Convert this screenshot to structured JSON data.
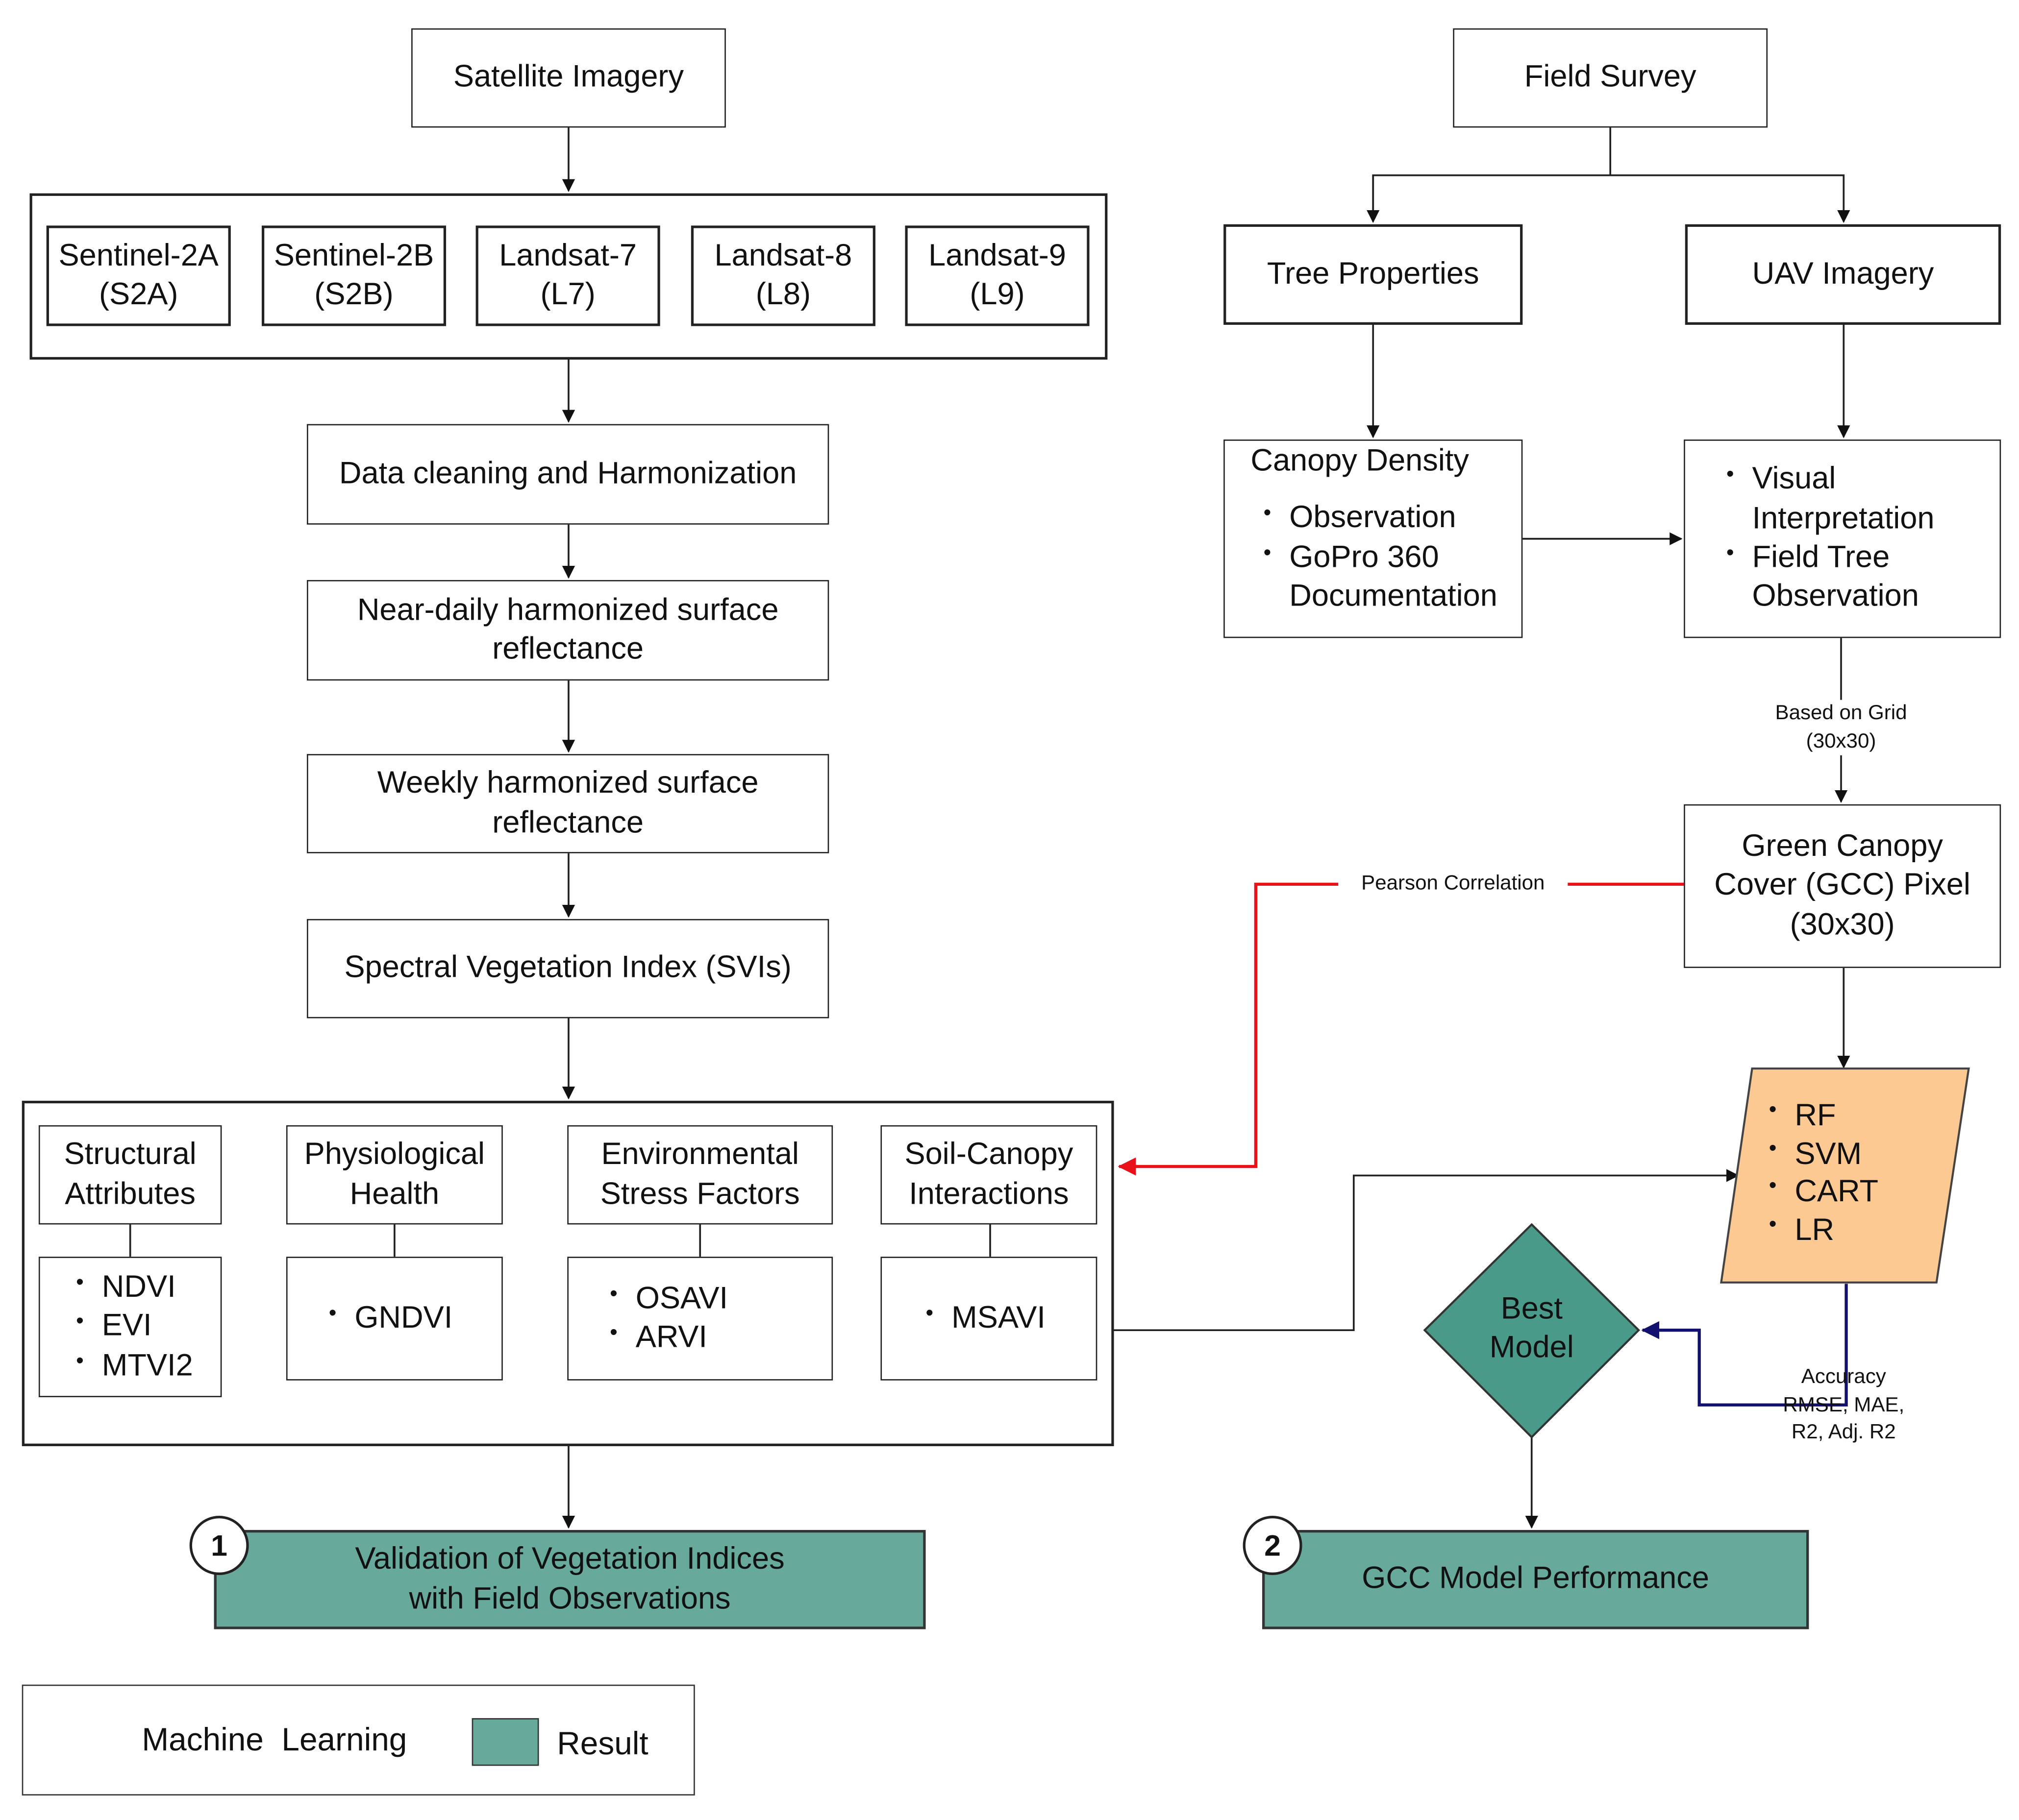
{
  "satellite": {
    "title": "Satellite Imagery",
    "sensors": [
      {
        "name": "Sentinel-2A",
        "code": "(S2A)"
      },
      {
        "name": "Sentinel-2B",
        "code": "(S2B)"
      },
      {
        "name": "Landsat-7",
        "code": "(L7)"
      },
      {
        "name": "Landsat-8",
        "code": "(L8)"
      },
      {
        "name": "Landsat-9",
        "code": "(L9)"
      }
    ],
    "cleaning": "Data cleaning and Harmonization",
    "near_daily": "Near-daily harmonized surface reflectance",
    "weekly": "Weekly harmonized surface reflectance",
    "svi": "Spectral Vegetation Index (SVIs)"
  },
  "categories": [
    {
      "title": "Structural Attributes",
      "indices": [
        "NDVI",
        "EVI",
        "MTVI2"
      ]
    },
    {
      "title": "Physiological Health",
      "indices": [
        "GNDVI"
      ]
    },
    {
      "title": "Environmental Stress Factors",
      "indices": [
        "OSAVI",
        "ARVI"
      ]
    },
    {
      "title": "Soil-Canopy Interactions",
      "indices": [
        "MSAVI"
      ]
    }
  ],
  "field": {
    "title": "Field Survey",
    "tree_properties": "Tree Properties",
    "uav": "UAV Imagery",
    "canopy_density": {
      "title": "Canopy Density",
      "items": [
        "Observation",
        "GoPro 360 Documentation"
      ]
    },
    "uav_items": [
      "Visual Interpretation",
      "Field Tree Observation"
    ],
    "grid_label": [
      "Based on Grid",
      "(30x30)"
    ],
    "gcc": "Green Canopy Cover (GCC) Pixel (30x30)"
  },
  "ml": {
    "items": [
      "RF",
      "SVM",
      "CART",
      "LR"
    ]
  },
  "best_model": "Best Model",
  "pearson": "Pearson Correlation",
  "accuracy": [
    "Accuracy",
    "RMSE, MAE,",
    "R2, Adj. R2"
  ],
  "results": [
    {
      "num": "1",
      "text": "Validation of Vegetation Indices with Field Observations"
    },
    {
      "num": "2",
      "text": "GCC Model Performance"
    }
  ],
  "legend": {
    "ml": "Machine  Learning",
    "result": "Result"
  },
  "colors": {
    "ml_fill": "#fcc992",
    "result_fill": "#67aa9b",
    "diamond_fill": "#4a9a8a",
    "pearson": "#e8111a",
    "accuracy": "#12126e"
  }
}
